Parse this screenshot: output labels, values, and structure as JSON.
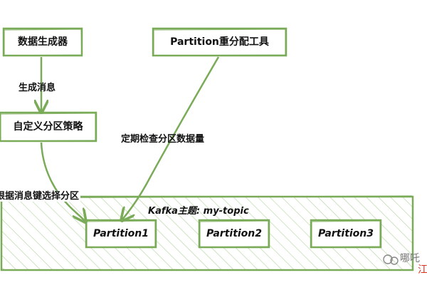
{
  "nodes": {
    "generator": "数据生成器",
    "partition_tool": "Partition重分配工具",
    "strategy": "自定义分区策略"
  },
  "edges": {
    "generate_msg": "生成消息",
    "select_by_key": "根据消息键选择分区",
    "check_volume": "定期检查分区数据量"
  },
  "topic": {
    "label": "Kafka主题: my-topic",
    "partitions": [
      "Partition1",
      "Partition2",
      "Partition3"
    ]
  },
  "watermark": {
    "text": "哪吒",
    "accent": "江"
  },
  "colors": {
    "stroke": "#7aab58",
    "hatch": "#b9d6a6",
    "text": "#111111",
    "watermark_accent": "#d9321f"
  }
}
